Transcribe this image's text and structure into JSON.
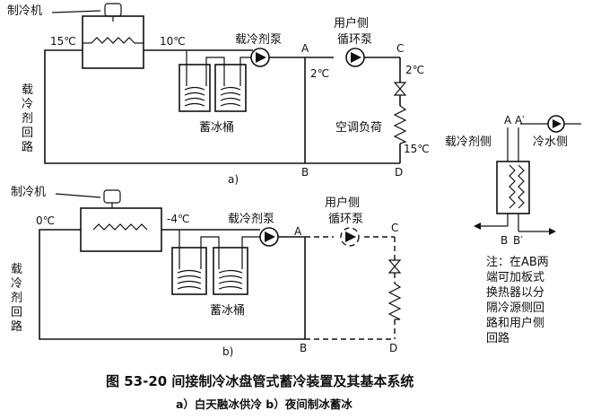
{
  "diagram_a": {
    "chiller": "制冷机",
    "t_in": "15℃",
    "t_out": "10℃",
    "pump": "载冷剂泵",
    "user_pump": [
      "用户侧",
      "循环泵"
    ],
    "pt_A": "A",
    "pt_B": "B",
    "pt_C": "C",
    "pt_D": "D",
    "t_A": "2℃",
    "t_C": "2℃",
    "t_D": "15℃",
    "load": "空调负荷",
    "bucket": "蓄冰桶",
    "loop": [
      "载",
      "冷",
      "剂",
      "回",
      "路"
    ],
    "caption": "a)"
  },
  "diagram_b": {
    "chiller": "制冷机",
    "t_in": "0℃",
    "t_out": "-4℃",
    "pump": "载冷剂泵",
    "user_pump": [
      "用户侧",
      "循环泵"
    ],
    "pt_A": "A",
    "pt_B": "B",
    "pt_C": "C",
    "pt_D": "D",
    "bucket": "蓄冰桶",
    "loop": [
      "载",
      "冷",
      "剂",
      "回",
      "路"
    ],
    "caption": "b)"
  },
  "side": {
    "A": "A",
    "A2": "A′",
    "B": "B",
    "B2": "B′",
    "left_label": "载冷剂侧",
    "right_label": "冷水侧",
    "note": [
      "注：在AB两",
      "端可加板式",
      "换热器以分",
      "隔冷源侧回",
      "路和用户侧",
      "回路"
    ]
  },
  "caption": {
    "title": "图 53-20    间接制冷冰盘管式蓄冷装置及其基本系统",
    "subtitle": "a）白天融冰供冷    b）夜间制冰蓄冰"
  }
}
